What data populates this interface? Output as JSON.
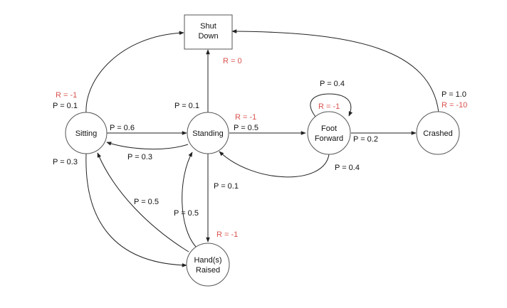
{
  "nodes": {
    "shutdown": [
      "Shut",
      "Down"
    ],
    "sitting": [
      "Sitting"
    ],
    "standing": [
      "Standing"
    ],
    "foot_forward": [
      "Foot",
      "Forward"
    ],
    "crashed": [
      "Crashed"
    ],
    "hands_raised": [
      "Hand(s)",
      "Raised"
    ]
  },
  "labels": {
    "sitting_shutdown_r": "R = -1",
    "sitting_shutdown_p": "P = 0.1",
    "standing_shutdown_p": "P = 0.1",
    "standing_shutdown_r": "R = 0",
    "standing_foot_r": "R = -1",
    "standing_foot_p": "P = 0.5",
    "sitting_standing_p": "P = 0.6",
    "standing_sitting_p": "P = 0.3",
    "sitting_hands_p": "P = 0.3",
    "hands_sitting_p": "P = 0.5",
    "hands_standing_p": "P = 0.5",
    "standing_hands_p": "P = 0.1",
    "standing_hands_r": "R = -1",
    "foot_self_p": "P = 0.4",
    "foot_self_r": "R = -1",
    "foot_crashed_p": "P = 0.2",
    "foot_standing_p": "P = 0.4",
    "crashed_shutdown_p": "P = 1.0",
    "crashed_shutdown_r": "R = -10"
  }
}
